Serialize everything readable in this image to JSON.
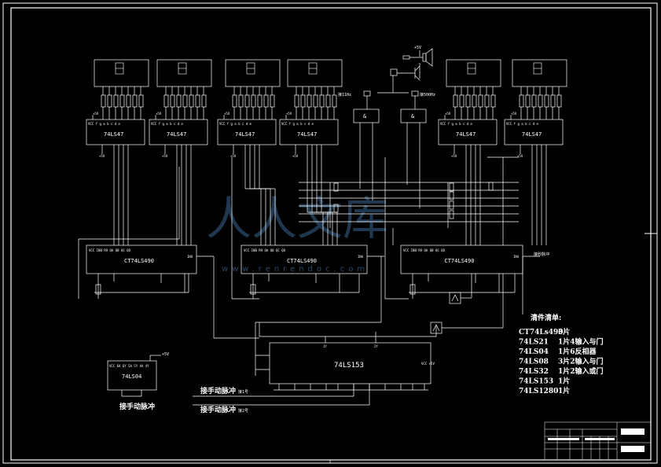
{
  "decoders": [
    {
      "label": "74LS47",
      "pins": "VCC f g a b c d e"
    },
    {
      "label": "74LS47",
      "pins": "VCC f g a b c d e"
    },
    {
      "label": "74LS47",
      "pins": "VCC f g a b c d e"
    },
    {
      "label": "74LS47",
      "pins": "VCC f g a b c d e"
    },
    {
      "label": "74LS47",
      "pins": "VCC f g a b c d e"
    },
    {
      "label": "74LS47",
      "pins": "VCC f g a b c d e"
    }
  ],
  "vcc_small": "+5V",
  "counters": [
    {
      "label": "CT74LS490",
      "pins": "VCC INB R9 QA QB QC QD",
      "right": "INA"
    },
    {
      "label": "CT74LS490",
      "pins": "VCC INB R9 QA QB QC QD",
      "right": "INA"
    },
    {
      "label": "CT74LS490",
      "pins": "VCC INB R9 QA QB QC QD",
      "right": "INA"
    }
  ],
  "and_gates": [
    "&",
    "&"
  ],
  "gate_labels": [
    "接11Hz",
    "接500Hz"
  ],
  "speaker_vcc": "+5V",
  "mux": {
    "label": "74LS153",
    "pin_1y": "1Y",
    "pin_2y": "2Y",
    "vcc": "VCC +5V"
  },
  "ic_74ls04": {
    "label": "74LS04",
    "pins": "VCC 6A 6Y 5A 5Y 4A 4Y",
    "vcc": "+5V"
  },
  "side_note": "接秒脉冲",
  "pulse_labels": [
    "接手动脉冲",
    "接手动脉冲"
  ],
  "pulse_sub": [
    "接1号",
    "接2号"
  ],
  "manual_label": "接手动脉冲",
  "parts_title": "清件清单:",
  "parts": [
    {
      "name": "CT74Ls490",
      "qty": "3片"
    },
    {
      "name": "74LS21",
      "qty": "1片4输入与门"
    },
    {
      "name": "74LS04",
      "qty": "1片6反相器"
    },
    {
      "name": "74LS08",
      "qty": "3片2输入与门"
    },
    {
      "name": "74LS32",
      "qty": "1片2输入或门"
    },
    {
      "name": "74LS153",
      "qty": "1片"
    },
    {
      "name": "74LS1280",
      "qty": "1片"
    }
  ],
  "watermark": {
    "main": "人人文库",
    "sub": "www.renrendoc.com"
  }
}
